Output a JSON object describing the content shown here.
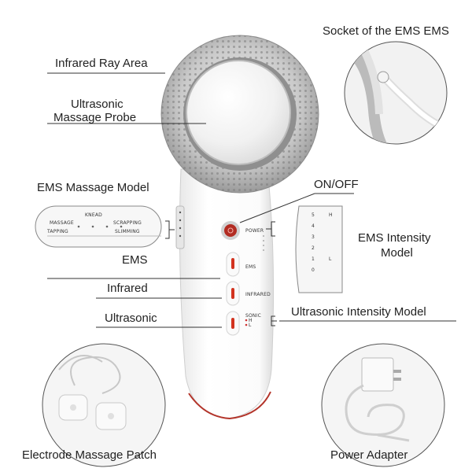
{
  "labels": {
    "infrared_ray_area": "Infrared Ray Area",
    "ultrasonic_probe_1": "Ultrasonic",
    "ultrasonic_probe_2": "Massage Probe",
    "socket_ems": "Socket of the EMS EMS",
    "ems_massage_model": "EMS Massage Model",
    "on_off": "ON/OFF",
    "ems_intensity_1": "EMS Intensity",
    "ems_intensity_2": "Model",
    "ems": "EMS",
    "infrared": "Infrared",
    "ultrasonic": "Ultrasonic",
    "ultrasonic_intensity_model": "Ultrasonic Intensity Model",
    "electrode_patch": "Electrode Massage Patch",
    "power_adapter": "Power Adapter"
  },
  "device": {
    "power": "POWER",
    "ems": "EMS",
    "infrared": "INFRARED",
    "sonic": "SONIC",
    "sonic_h": "H",
    "sonic_l": "L"
  },
  "mode_panel": {
    "knead": "KNEAD",
    "massage": "MASSAGE",
    "tapping": "TAPPING",
    "scrapping": "SCRAPPING",
    "slimming": "SLIMMING"
  },
  "intensity_panel": {
    "levels": [
      "5",
      "4",
      "3",
      "2",
      "1",
      "0"
    ],
    "high": "H",
    "low": "L"
  }
}
